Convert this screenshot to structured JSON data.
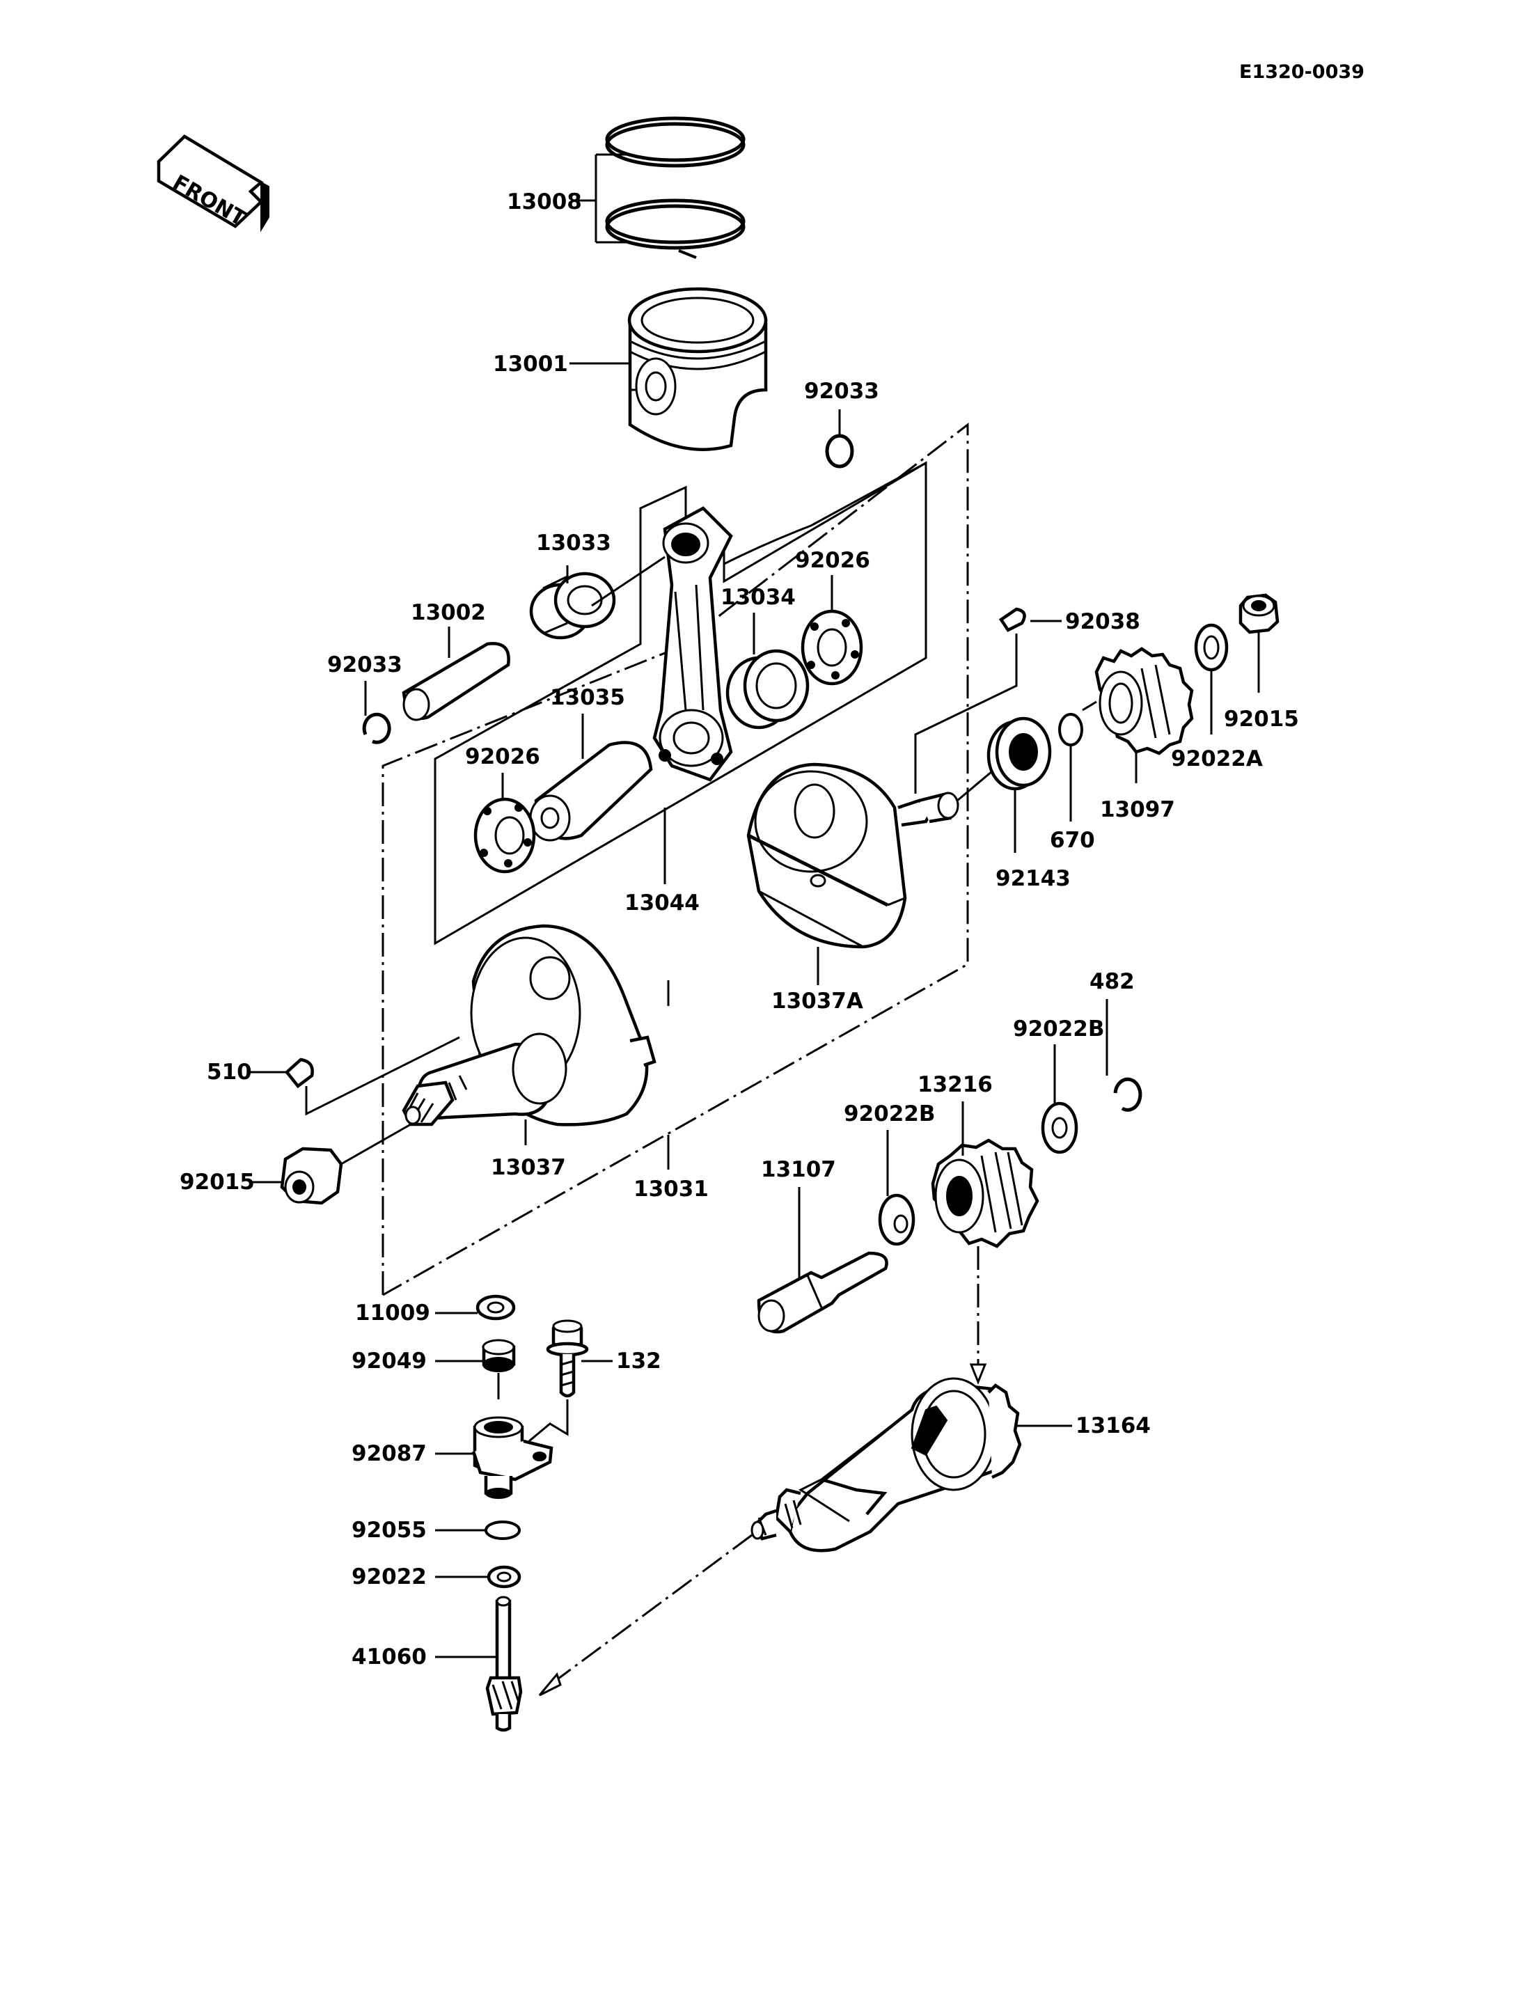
{
  "ref_code": "E1320-0039",
  "front_label": "FRONT",
  "parts": {
    "p13008": "13008",
    "p13001": "13001",
    "p92033a": "92033",
    "p13033": "13033",
    "p92026a": "92026",
    "p13034": "13034",
    "p13002": "13002",
    "p92033b": "92033",
    "p13035": "13035",
    "p92026b": "92026",
    "p13044": "13044",
    "p92038": "92038",
    "p92015a": "92015",
    "p92022A": "92022A",
    "p13097": "13097",
    "p670": "670",
    "p92143": "92143",
    "p13037A": "13037A",
    "p482": "482",
    "p92022Ba": "92022B",
    "p13216": "13216",
    "p92022Bb": "92022B",
    "p510": "510",
    "p92015b": "92015",
    "p13037": "13037",
    "p13031": "13031",
    "p13107": "13107",
    "p11009": "11009",
    "p92049": "92049",
    "p132": "132",
    "p92087": "92087",
    "p13164": "13164",
    "p92055": "92055",
    "p92022": "92022",
    "p41060": "41060"
  }
}
